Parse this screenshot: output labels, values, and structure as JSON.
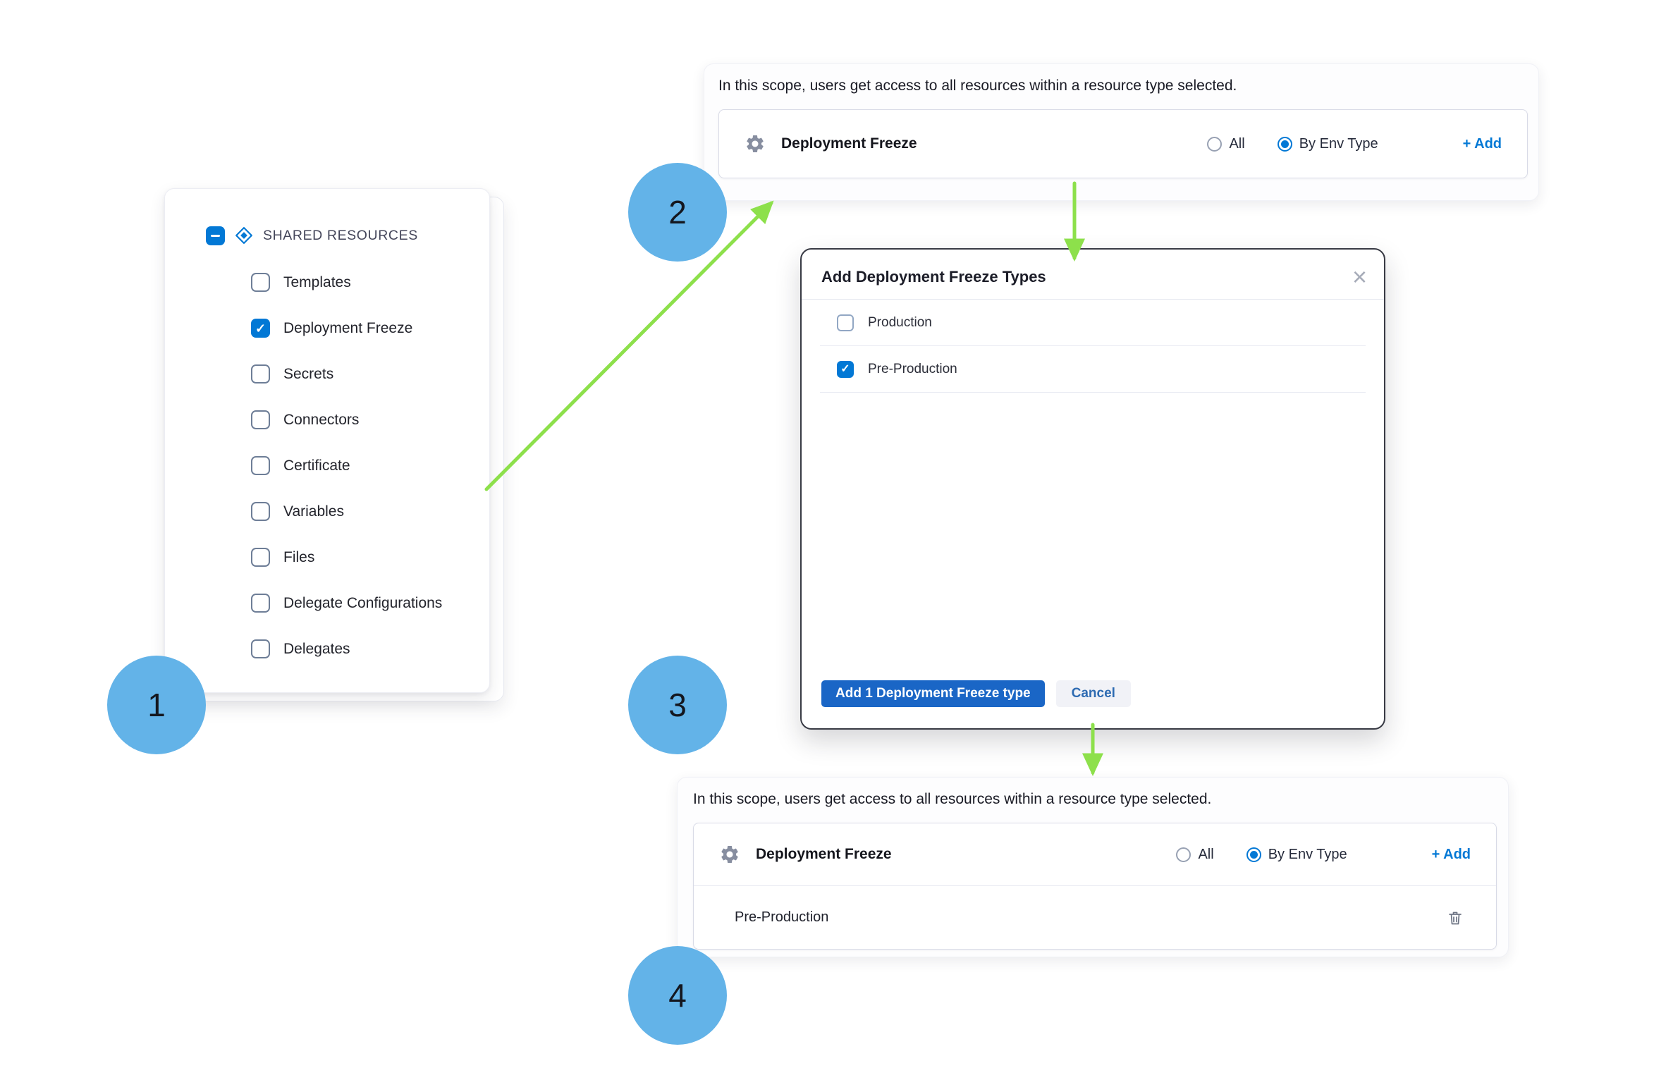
{
  "colors": {
    "accent": "#0278d5",
    "arrow_green": "#8de04b",
    "step_blue": "#63b3e8",
    "primary_button": "#1a66c6"
  },
  "steps": [
    "1",
    "2",
    "3",
    "4"
  ],
  "shared_resources": {
    "title": "SHARED RESOURCES",
    "items": [
      {
        "label": "Templates",
        "checked": false
      },
      {
        "label": "Deployment Freeze",
        "checked": true
      },
      {
        "label": "Secrets",
        "checked": false
      },
      {
        "label": "Connectors",
        "checked": false
      },
      {
        "label": "Certificate",
        "checked": false
      },
      {
        "label": "Variables",
        "checked": false
      },
      {
        "label": "Files",
        "checked": false
      },
      {
        "label": "Delegate Configurations",
        "checked": false
      },
      {
        "label": "Delegates",
        "checked": false
      }
    ]
  },
  "scope_top": {
    "description": "In this scope, users get access to all resources within a resource type selected.",
    "row": {
      "name": "Deployment Freeze",
      "option_all": "All",
      "option_by_env": "By Env Type",
      "by_env_selected": true,
      "add": "+ Add"
    }
  },
  "modal": {
    "title": "Add Deployment Freeze Types",
    "options": [
      {
        "label": "Production",
        "checked": false
      },
      {
        "label": "Pre-Production",
        "checked": true
      }
    ],
    "confirm": "Add 1 Deployment Freeze type",
    "cancel": "Cancel",
    "close": "×"
  },
  "scope_bottom": {
    "description": "In this scope, users get access to all resources within a resource type selected.",
    "row": {
      "name": "Deployment Freeze",
      "option_all": "All",
      "option_by_env": "By Env Type",
      "by_env_selected": true,
      "add": "+ Add"
    },
    "selected": "Pre-Production"
  }
}
